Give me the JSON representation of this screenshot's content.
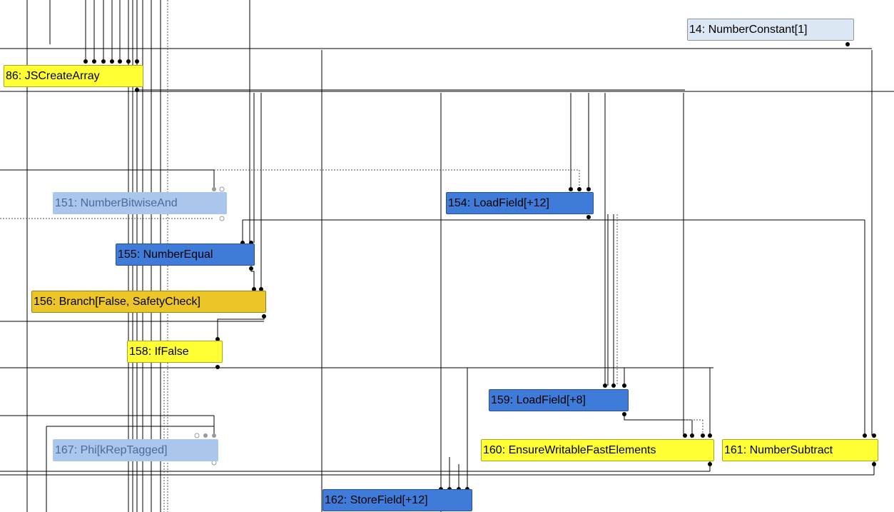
{
  "nodes": [
    {
      "id": "14",
      "label": "14: NumberConstant[1]",
      "kind": "constant"
    },
    {
      "id": "86",
      "label": "86: JSCreateArray",
      "kind": "control"
    },
    {
      "id": "151",
      "label": "151: NumberBitwiseAnd",
      "kind": "pale"
    },
    {
      "id": "154",
      "label": "154: LoadField[+12]",
      "kind": "simplified"
    },
    {
      "id": "155",
      "label": "155: NumberEqual",
      "kind": "simplified"
    },
    {
      "id": "156",
      "label": "156: Branch[False, SafetyCheck]",
      "kind": "branch"
    },
    {
      "id": "158",
      "label": "158: IfFalse",
      "kind": "control"
    },
    {
      "id": "159",
      "label": "159: LoadField[+8]",
      "kind": "simplified"
    },
    {
      "id": "160",
      "label": "160: EnsureWritableFastElements",
      "kind": "control"
    },
    {
      "id": "161",
      "label": "161: NumberSubtract",
      "kind": "control"
    },
    {
      "id": "162",
      "label": "162: StoreField[+12]",
      "kind": "simplified"
    },
    {
      "id": "167",
      "label": "167: Phi[kRepTagged]",
      "kind": "pale"
    }
  ],
  "colors": {
    "control": "#ffff33",
    "branch": "#ecc526",
    "simplified": "#3f7bd9",
    "constant": "#dbe7f3",
    "pale": "#aac6ec",
    "edge": "#000000"
  }
}
